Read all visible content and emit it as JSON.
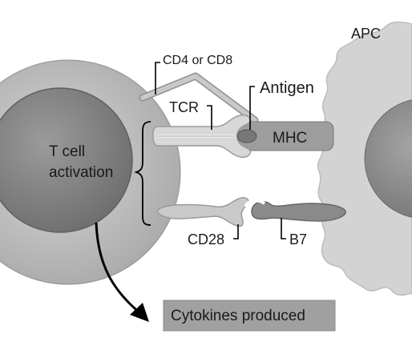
{
  "labels": {
    "apc": "APC",
    "cd4_cd8": "CD4 or CD8",
    "antigen": "Antigen",
    "tcr": "TCR",
    "mhc": "MHC",
    "t_cell_line1": "T cell",
    "t_cell_line2": "activation",
    "cd28": "CD28",
    "b7": "B7",
    "cytokines": "Cytokines produced"
  }
}
